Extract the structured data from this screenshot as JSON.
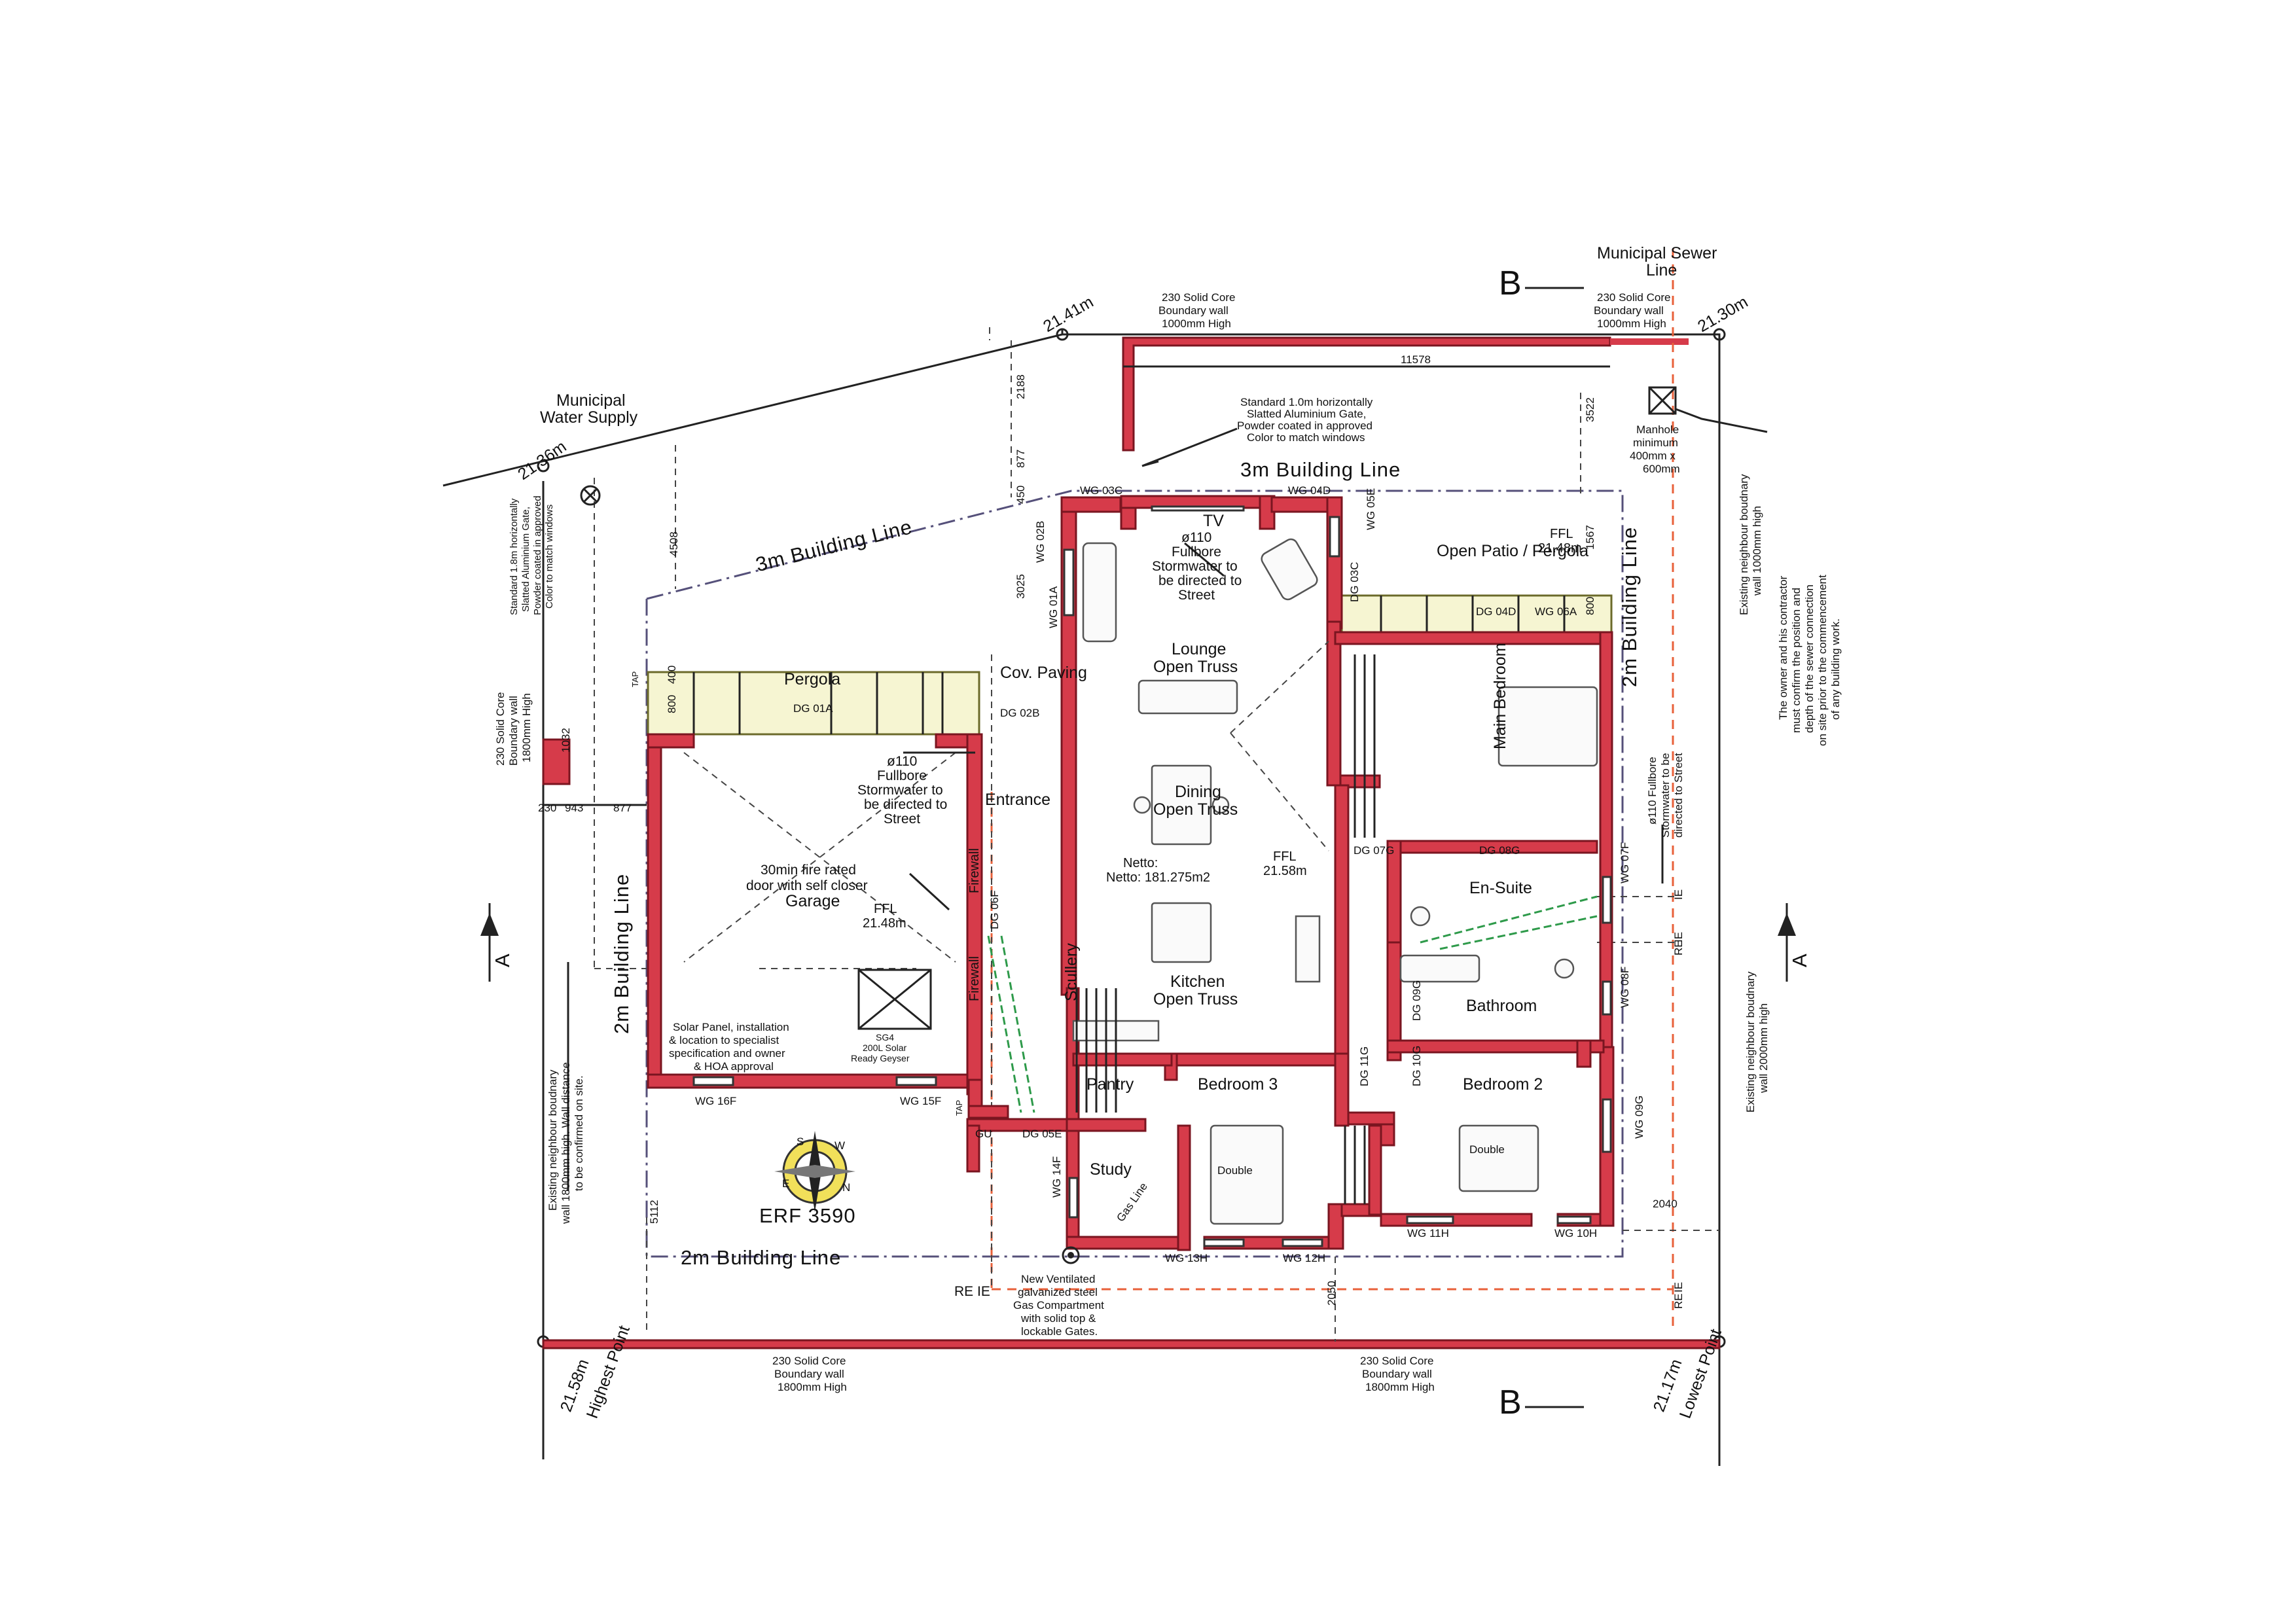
{
  "plan": {
    "site": {
      "erf": "ERF 3590",
      "levels": {
        "nw": "21.36m",
        "n": "21.41m",
        "ne": "21.30m",
        "sw": "21.58m",
        "se": "21.17m"
      },
      "highest_point": "Highest Point",
      "lowest_point": "Lowest Point",
      "section_a": "A",
      "section_b": "B"
    },
    "building_lines": {
      "north": "3m Building Line",
      "northwest": "3m Building Line",
      "west": "2m Building Line",
      "east": "2m Building Line",
      "south": "2m Building Line"
    },
    "services": {
      "water": "Municipal Water Supply",
      "sewer": "Municipal Sewer Line",
      "manhole": "Manhole minimum 400mm x 600mm",
      "sewer_note": "The owner and his contractor must confirm the position and depth of the sewer connection on site prior to the commencement of any building work.",
      "gas": "New Ventilated galvanized steel Gas Compartment with solid top & lockable Gates.",
      "gas_line": "Gas Line",
      "stormwater": "ø110 Fullbore Stormwater to be directed to Street",
      "stormwater_tv": "ø110 Fullbore Stormwater to be directed to Street",
      "stormwater_east": "ø110 Fullbore Stormwater to be directed to Street",
      "solar": "Solar Panel, installation & location to specialist specification and owner & HOA approval",
      "geyser": "SG4 200L Solar Ready Geyser",
      "fire_door": "30min fire rated door with self closer",
      "firewall": "Firewall",
      "re": "RE",
      "ie": "IE"
    },
    "boundary": {
      "north_wall": "230 Solid Core Boundary wall 1000mm High",
      "ne_wall": "230 Solid Core Boundary wall 1000mm High",
      "south_wall_w": "230 Solid Core Boundary wall 1800mm High",
      "south_wall_e": "230 Solid Core Boundary wall 1800mm High",
      "west_wall": "230 Solid Core Boundary wall 1800mm High",
      "west_neighbour": "Existing neighbour boudnary wall 1800mm high. Wall distance to be confirmed on site.",
      "east_neighbour_n": "Existing neighbour boudnary wall 1000mm high",
      "east_neighbour_s": "Existing neighbour boudnary wall 2000mm high",
      "gate_north": "Standard 1.0m horizontally Slatted Aluminium Gate, Powder coated in approved Color to match windows",
      "gate_west": "Standard 1.8m horizontally Slatted Aluminium Gate, Powder coated in approved Color to match windows"
    },
    "rooms": {
      "lounge": "Lounge",
      "dining": "Dining",
      "kitchen": "Kitchen",
      "open_truss": "Open Truss",
      "entrance": "Entrance",
      "cov_paving": "Cov. Paving",
      "pergola": "Pergola",
      "open_patio": "Open Patio / Pergola",
      "garage": "Garage",
      "scullery": "Scullery",
      "pantry": "Pantry",
      "study": "Study",
      "bedroom3": "Bedroom 3",
      "bedroom2": "Bedroom 2",
      "main_bedroom": "Main Bedroom",
      "en_suite": "En-Suite",
      "bathroom": "Bathroom",
      "tv": "TV",
      "double": "Double",
      "netto": "Netto: 181.275m2",
      "ffl": "FFL",
      "ffl_house": "21.58m",
      "ffl_garage": "21.48m",
      "ffl_patio": "21.48m"
    },
    "openings": {
      "wg_03c": "WG 03C",
      "wg_04d": "WG 04D",
      "wg_05e": "WG 05E",
      "wg_02b": "WG 02B",
      "wg_01a": "WG 01A",
      "dg_03c": "DG 03C",
      "dg_04d": "DG 04D",
      "wg_06a": "WG 06A",
      "dg_01a": "DG 01A",
      "dg_02b": "DG 02B",
      "dg_06f": "DG 06F",
      "dg_07g": "DG 07G",
      "dg_08g": "DG 08G",
      "wg_07f": "WG 07F",
      "wg_08f": "WG 08F",
      "dg_09g": "DG 09G",
      "dg_11g": "DG 11G",
      "dg_10g": "DG 10G",
      "wg_09g": "WG 09G",
      "wg_16f": "WG 16F",
      "wg_15f": "WG 15F",
      "dg_05e": "DG 05E",
      "wg_14f": "WG 14F",
      "wg_13h": "WG 13H",
      "wg_12h": "WG 12H",
      "wg_11h": "WG 11H",
      "wg_10h": "WG 10H",
      "tap": "TAP",
      "gu": "GU"
    },
    "dims": {
      "d11578": "11578",
      "d2188": "2188",
      "d877": "877",
      "d450": "450",
      "d3025": "3025",
      "d4508": "4508",
      "d3522": "3522",
      "d1567": "1567",
      "d800": "800",
      "d400": "400",
      "d1032": "1032",
      "d230": "230",
      "d943": "943",
      "d877b": "877",
      "d5112": "5112",
      "d2050": "2050",
      "d2040": "2040"
    }
  }
}
